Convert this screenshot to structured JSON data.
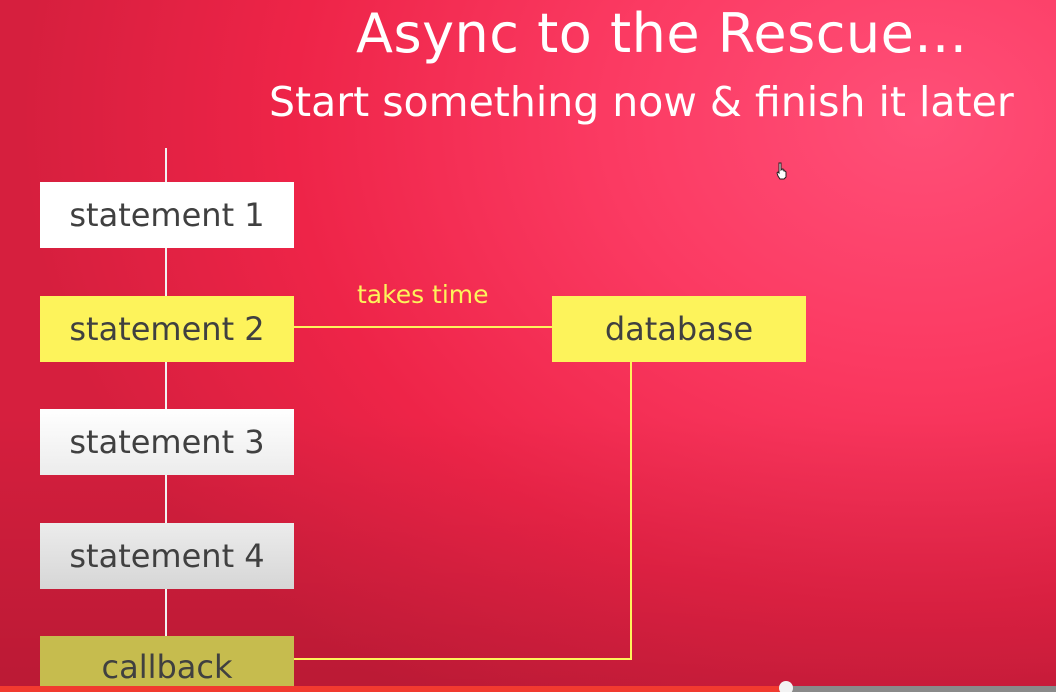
{
  "slide": {
    "title": "Async to the Rescue...",
    "subtitle": "Start something now & finish it later"
  },
  "diagram": {
    "statements": [
      "statement 1",
      "statement 2",
      "statement 3",
      "statement 4"
    ],
    "callback": "callback",
    "database": "database",
    "edge_label": "takes time"
  },
  "player": {
    "progress": 0.744
  },
  "colors": {
    "background": "#f02d52",
    "highlight": "#fdf35b",
    "callback_fill": "#c6bc4e",
    "box_text": "#404040",
    "progress_bar": "#f23a2f"
  },
  "icons": {
    "cursor": "hand-pointer-icon"
  }
}
